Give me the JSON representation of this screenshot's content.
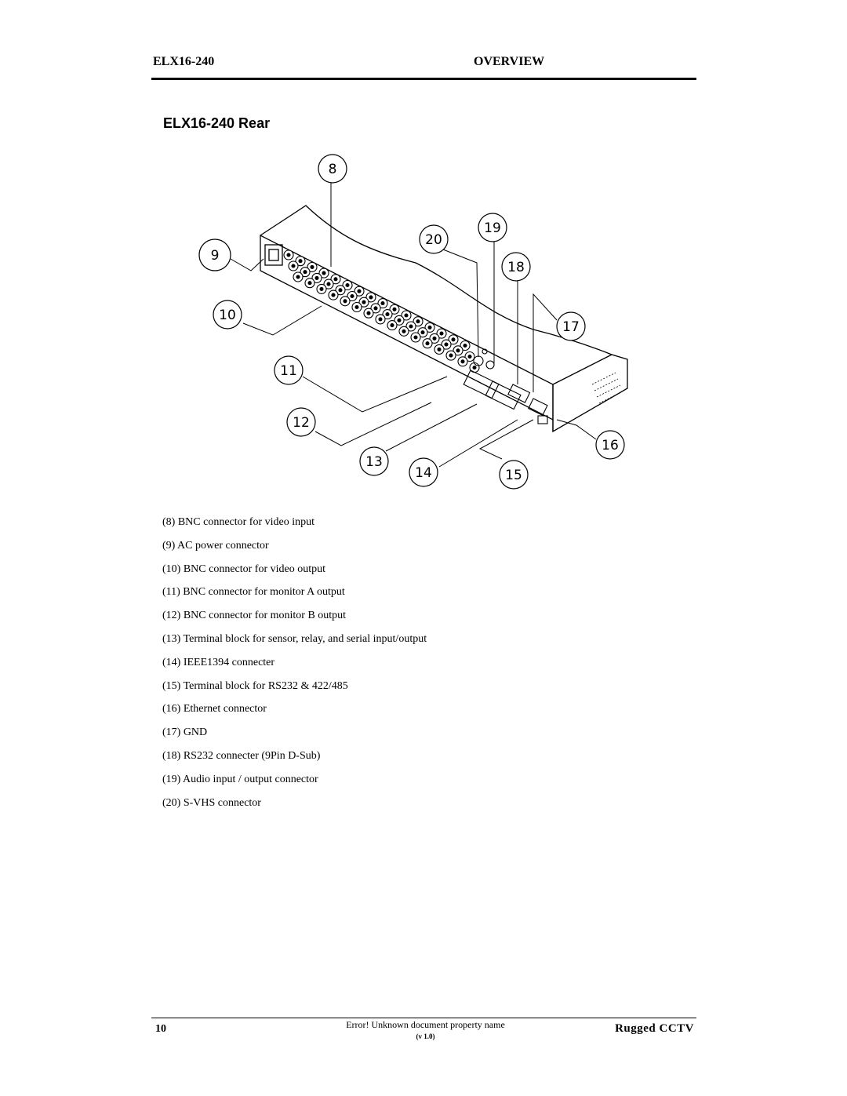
{
  "header": {
    "left": "ELX16-240",
    "right": "OVERVIEW"
  },
  "section_title": "ELX16-240 Rear",
  "figure": {
    "callouts": [
      "8",
      "9",
      "10",
      "11",
      "12",
      "13",
      "14",
      "15",
      "16",
      "17",
      "18",
      "19",
      "20"
    ]
  },
  "legend": [
    "(8) BNC connector  for video input",
    "(9)  AC power connector",
    "(10) BNC connector for video output",
    "(11) BNC connector  for monitor A output",
    "(12) BNC connector for monitor B output",
    "(13) Terminal block for sensor, relay, and serial input/output",
    "(14) IEEE1394 connecter",
    "(15) Terminal block for RS232  &  422/485",
    "(16) Ethernet connector",
    "(17) GND",
    "(18) RS232 connecter (9Pin D-Sub)",
    "(19) Audio input / output connector",
    "(20) S-VHS connector"
  ],
  "footer": {
    "page": "10",
    "property": "Error! Unknown document property name",
    "version": "(v 1.0)",
    "brand": "Rugged CCTV"
  }
}
